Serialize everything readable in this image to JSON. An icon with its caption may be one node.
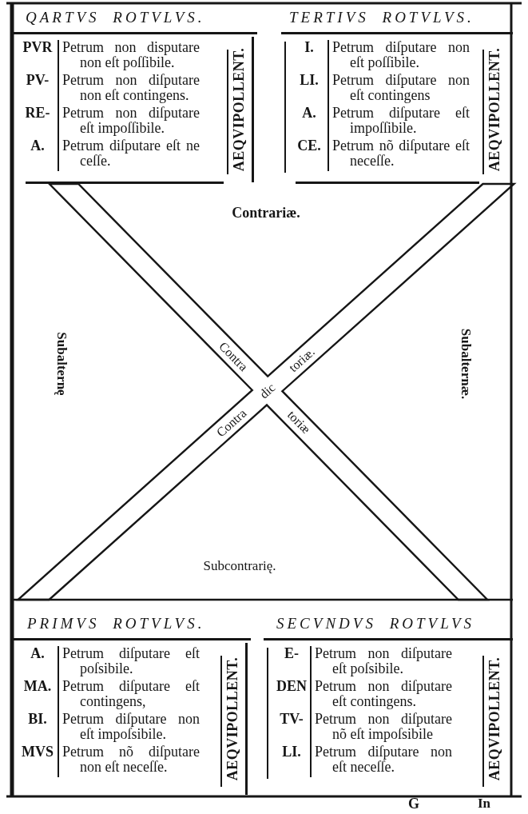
{
  "diagram": {
    "nodes": [
      {
        "text": [
          "QARTVS ROTVLVS.",
          "PVR",
          "Petrum non disputare non eſt poſſibile.",
          "PV-",
          "Petrum non diſputare non eſt contingens.",
          "RE-",
          "Petrum non diſputare eſt impoſſibile.",
          "A.",
          "Petrum diſputare eſt ne ceſſe.",
          "AEQVIPOLLENT."
        ]
      },
      {
        "text": [
          "TERTIVS ROTVLVS.",
          "I.",
          "Petrum diſputare non eſt poſſibile.",
          "LI.",
          "Petrum diſputare non eſt contingens",
          "A.",
          "Petrum diſputare eſt impoſſibile.",
          "CE.",
          "Petrum nõ diſputare eſt neceſſe.",
          "AEQVIPOLLENT."
        ]
      },
      {
        "text": [
          "PRIMVS ROTVLVS.",
          "A.",
          "Petrum diſputare eſt poſsibile.",
          "MA.",
          "Petrum diſputare eſt contingens,",
          "BI.",
          "Petrum diſputare non eſt impoſsibile.",
          "MVS",
          "Petrum nõ diſputare non eſt neceſſe.",
          "AEQVIPOLLENT."
        ]
      },
      {
        "text": [
          "SECVNDVS ROTVLVS",
          "E-",
          "Petrum non diſputare eſt poſsibile.",
          "DEN",
          "Petrum non diſputare eſt contingens.",
          "TV-",
          "Petrum non diſputare nõ eſt impoſsibile",
          "LI.",
          "Petrum diſputare non eſt neceſſe.",
          "AEQVIPOLLENT."
        ]
      }
    ],
    "edges": [
      {
        "from": 0,
        "to": 3,
        "arrow": "none"
      },
      {
        "from": 1,
        "to": 2,
        "arrow": "none"
      }
    ],
    "labels": [
      "Contrariæ.",
      "Subalternę",
      "Contra",
      "toriæ.",
      "dic",
      "Contra",
      "toriæ",
      "Subalternæ.",
      "Subcontrarię.",
      "G",
      "In"
    ]
  }
}
